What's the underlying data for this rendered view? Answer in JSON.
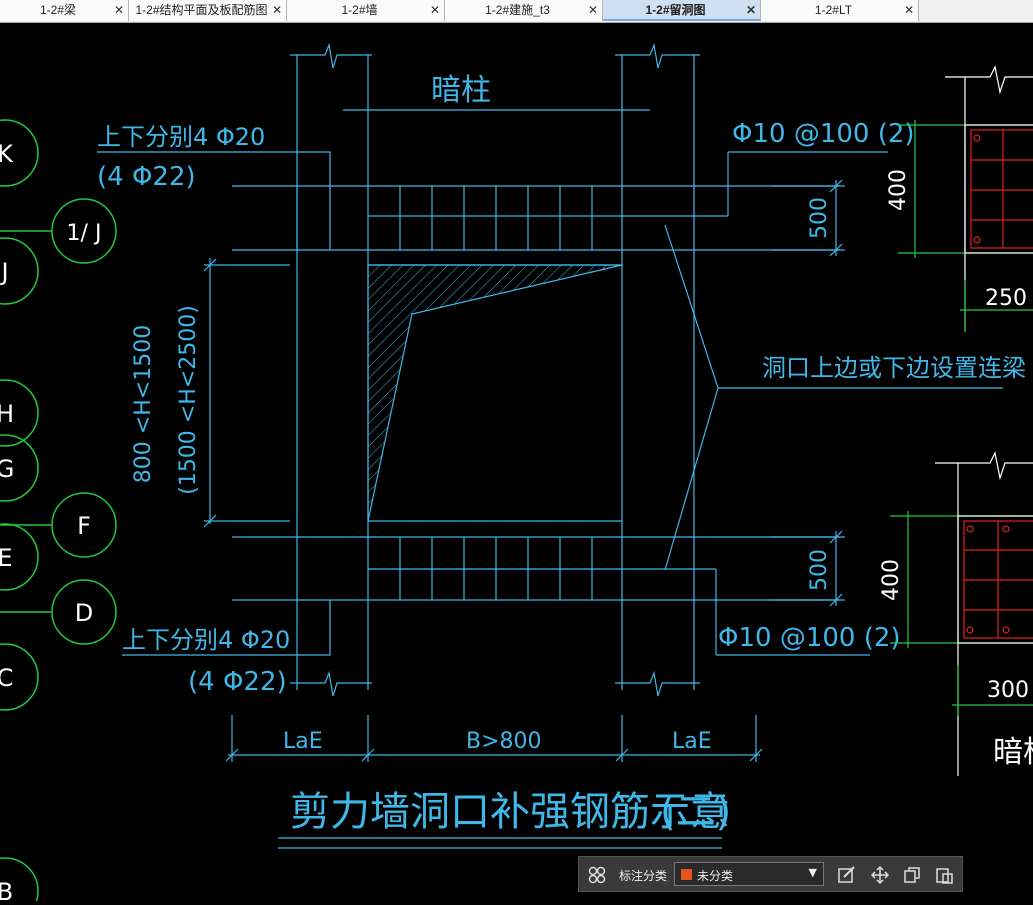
{
  "tabs": [
    {
      "label": "1-2#梁",
      "close": "✕"
    },
    {
      "label": "1-2#结构平面及板配筋图",
      "close": "✕"
    },
    {
      "label": "1-2#墙",
      "close": "✕"
    },
    {
      "label": "1-2#建施_t3",
      "close": "✕"
    },
    {
      "label": "1-2#留洞图",
      "close": "✕",
      "active": true
    },
    {
      "label": "1-2#LT",
      "close": "✕"
    }
  ],
  "drawing": {
    "column_label": "暗柱",
    "top_rebar_1": "上下分别4 Φ20",
    "top_rebar_2": "(4 Φ22)",
    "bottom_rebar_1": "上下分别4 Φ20",
    "bottom_rebar_2": "(4 Φ22)",
    "stirrup_top": "Φ10 @100 (2)",
    "stirrup_bottom": "Φ10 @100 (2)",
    "dim_500_top": "500",
    "dim_500_bottom": "500",
    "height_range_1": "800 <H<1500",
    "height_range_2": "(1500 <H<2500)",
    "beam_note": "洞口上边或下边设置连梁",
    "dim_lae_left": "LaE",
    "dim_width": "B>800",
    "dim_lae_right": "LaE",
    "title": "剪力墙洞口补强钢筋示意",
    "title_suffix": "(二)",
    "sec1_height": "400",
    "sec1_width": "250",
    "sec2_height": "400",
    "sec2_width": "300",
    "sec2_label": "暗柱"
  },
  "axes": [
    "K",
    "1/ J",
    "J",
    "H",
    "G",
    "F",
    "E",
    "D",
    "C",
    "B"
  ],
  "toolbar": {
    "label": "标注分类",
    "value": "未分类",
    "swatch_color": "#e5541c"
  },
  "colors": {
    "cyan": "#3fb7e8",
    "green": "#24c840",
    "red": "#e0221c",
    "white": "#ffffff"
  }
}
